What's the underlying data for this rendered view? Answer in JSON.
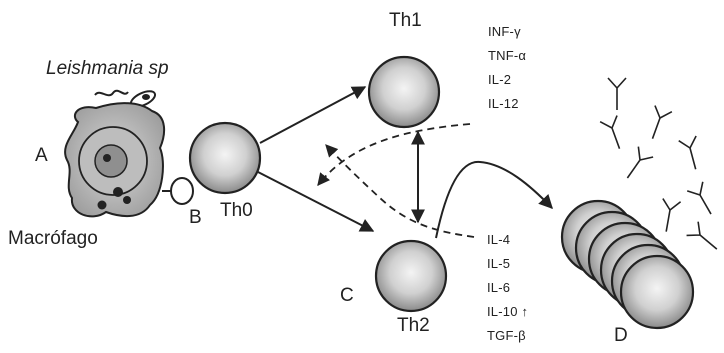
{
  "title": "Leishmania sp",
  "labels": {
    "a": "A",
    "b": "B",
    "c": "C",
    "d": "D",
    "macrophage": "Macrófago",
    "th0": "Th0",
    "th1": "Th1",
    "th2": "Th2"
  },
  "th1_cytokines": [
    "INF-γ",
    "TNF-α",
    "IL-2",
    "IL-12"
  ],
  "th2_cytokines": [
    "IL-4",
    "IL-5",
    "IL-6",
    "IL-10 ↑",
    "TGF-β"
  ],
  "colors": {
    "ink": "#222222",
    "cell_fill": "#a8a8a8",
    "cell_light": "#eeeeee"
  }
}
